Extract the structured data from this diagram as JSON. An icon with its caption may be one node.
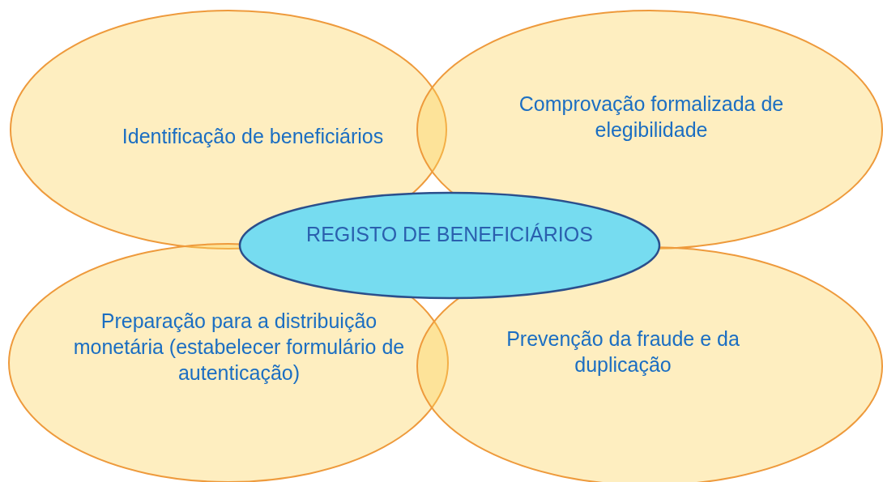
{
  "diagram": {
    "nodes": [
      {
        "text": [
          "Identificação de beneficiários"
        ]
      },
      {
        "text": [
          "Comprovação formalizada de elegibilidade"
        ]
      },
      {
        "text": [
          "Preparação para a distribuição monetária (estabelecer formulário de autenticação)"
        ]
      },
      {
        "text": [
          "Prevenção da fraude e da duplicação"
        ]
      },
      {
        "text": [
          "REGISTO DE BENEFICIÁRIOS"
        ]
      }
    ]
  }
}
